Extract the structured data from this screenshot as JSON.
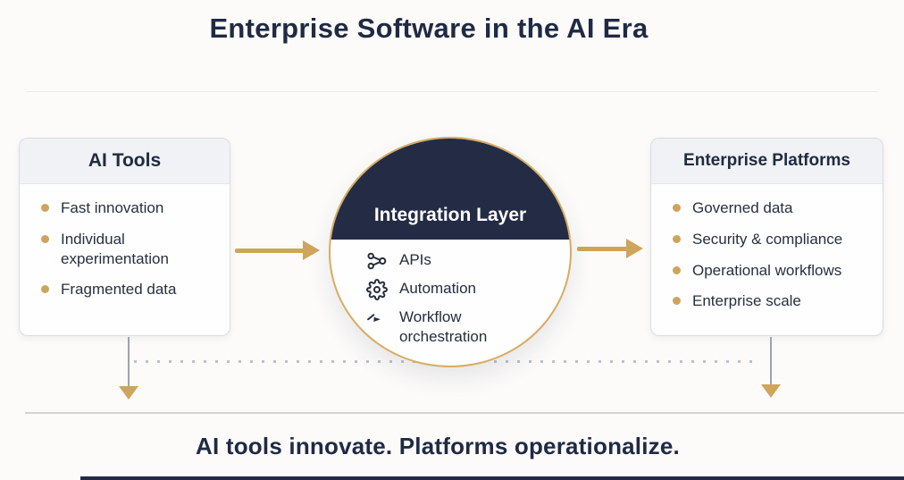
{
  "title": "Enterprise Software in the AI Era",
  "left_box": {
    "header": "AI Tools",
    "items": [
      "Fast innovation",
      "Individual experimentation",
      "Fragmented data"
    ]
  },
  "circle": {
    "header": "Integration Layer",
    "items": [
      {
        "icon": "share-nodes-icon",
        "label": "APIs"
      },
      {
        "icon": "gear-icon",
        "label": "Automation"
      },
      {
        "icon": "workflow-icon",
        "label": "Workflow orchestration"
      }
    ]
  },
  "right_box": {
    "header": "Enterprise Platforms",
    "items": [
      "Governed data",
      "Security & compliance",
      "Operational workflows",
      "Enterprise scale"
    ]
  },
  "tagline": "AI tools innovate. Platforms operationalize.",
  "colors": {
    "accent_gold": "#cfa55c",
    "ring_gold": "#d8ac60",
    "dark_navy": "#232c44",
    "text_navy": "#242e3f",
    "panel_header_bg": "#f0f2f5",
    "connector_gray": "#9aa3b0",
    "background": "#fcfbfa"
  }
}
